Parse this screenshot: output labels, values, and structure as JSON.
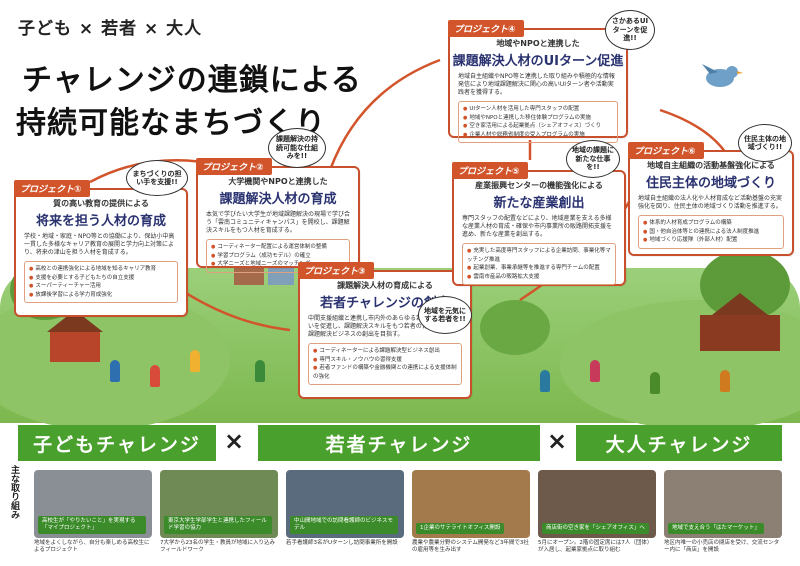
{
  "header": {
    "kicker": "子ども × 若者 × 大人",
    "title_line1": "チャレンジの連鎖による",
    "title_line2": "持続可能なまちづくり"
  },
  "projects": [
    {
      "tag": "プロジェクト①",
      "sub": "質の高い教育の提供による",
      "head": "将来を担う人材の育成",
      "desc": "学校・地域・家庭・NPO等との協働により、保幼小中高一貫した多様なキャリア教育の展開と学力向上対策により、将来の津山を担う人材を育成する。",
      "items": [
        "高校との連携強化による地域を知るキャリア教育",
        "支援を必要とする子どもたちの自立支援",
        "スーパーティーチャー活用",
        "放課後学習による学力育成強化"
      ]
    },
    {
      "tag": "プロジェクト②",
      "sub": "大学機関やNPOと連携した",
      "head": "課題解決人材の育成",
      "desc": "本気で学びたい大学生が地域課題解決の現場で学び合う「雲南コミュニティキャンパス」を開校し、課題解決スキルをもつ人材を育成する。",
      "items": [
        "コーディネーター配置による運営体制の整備",
        "学習プログラム（成功モデル）の確立",
        "大学ニーズと地域ニーズのマッチング"
      ]
    },
    {
      "tag": "プロジェクト③",
      "sub": "課題解決人材の育成による",
      "head": "若者チャレンジの創出",
      "desc": "中間支援組織と連携し市内外のあらゆる若者の関わり合いを促進し、課題解決スキルをもつ若者の育成・確保と課題解決ビジネスの創出を目指す。",
      "items": [
        "コーディネーターによる課題解決型ビジネス創出",
        "専門スキル・ノウハウの習得支援",
        "若者ファンドの構築や金融機関との連携による支援体制の強化"
      ]
    },
    {
      "tag": "プロジェクト④",
      "sub": "地域やNPOと連携した",
      "head": "課題解決人材のUIターン促進",
      "desc": "地域自主組織やNPO等と連携した取り組みや積極的な情報発信により地域課題解決に関心の高いUIターン者や活動実践者を獲得する。",
      "items": [
        "UIターン人材を活用した専門スタッフの配置",
        "地域やNPOと連携した移住体験プログラムの実施",
        "空き家活用による起業拠点（シェアオフィス）づくり",
        "企業人材や総務省制度の受入プログラムの実施"
      ]
    },
    {
      "tag": "プロジェクト⑤",
      "sub": "産業振興センターの機能強化による",
      "head": "新たな産業創出",
      "desc": "専門スタッフの配置などにより、地域産業を支える多様な産業人材の育成・確保や市内事業所の販路開拓支援を進め、新たな産業を創出する。",
      "items": [
        "充実した高度専門スタッフによる企業訪問、事業化等マッチング推進",
        "起業創業、事業承継等を推進する専門チームの配置",
        "雲南市産品の販路拡大支援"
      ]
    },
    {
      "tag": "プロジェクト⑥",
      "sub": "地域自主組織の活動基盤強化による",
      "head": "住民主体の地域づくり",
      "desc": "地域自主組織の法人化や人材育成など活動基盤の充実強化を図り、住民主体の地域づくり活動を推進する。",
      "items": [
        "体系的人材育成プログラムの構築",
        "国・他自治体等との連携による法人制度推進",
        "地域づくり応援隊（外部人材）配置"
      ]
    }
  ],
  "bubbles": [
    "まちづくりの担い手を支援!!",
    "課題解決の持続可能な仕組みを!!",
    "さかあるUIターンを促進!!",
    "地域の課題に新たな仕事を!!",
    "住民主体の地域づくり!!",
    "地域を元気にする若者を!!"
  ],
  "banners": [
    "子どもチャレンジ",
    "若者チャレンジ",
    "大人チャレンジ"
  ],
  "cross_symbol": "×",
  "side_label": "主な取り組み",
  "photos": [
    {
      "label": "高校生が「やりたいこと」を実現する「マイプロジェクト」",
      "caption": "地域をよくしながら、自分も楽しめる高校生によるプロジェクト",
      "color": "#8a8f96"
    },
    {
      "label": "東京大学生学部学生と連携したフィールド学習の協力",
      "caption": "7大学から23名の学生・教員が地域に入り込みフィールドワーク",
      "color": "#6f8a55"
    },
    {
      "label": "中山間地域での訪問看護師のビジネスモデル",
      "caption": "若手看護師3名がUターンし訪問事業所を開設",
      "color": "#5a6b7d"
    },
    {
      "label": "1企業のサテライトオフィス開設",
      "caption": "農業や農業分野のシステム開発など3年間で3社の雇用等を生み出す",
      "color": "#a37a4c"
    },
    {
      "label": "商店街の空き家を「シェアオフィス」へ",
      "caption": "5月にオープン。2階の固定席には7人（団体）が入居し、起業家拠点に取り組む",
      "color": "#6d5a4a"
    },
    {
      "label": "地域で支え合う「はたマーケット」",
      "caption": "地区内唯一の小売店の閉店を受け、交流センター内に「商店」を開設",
      "color": "#8c7f74"
    }
  ]
}
